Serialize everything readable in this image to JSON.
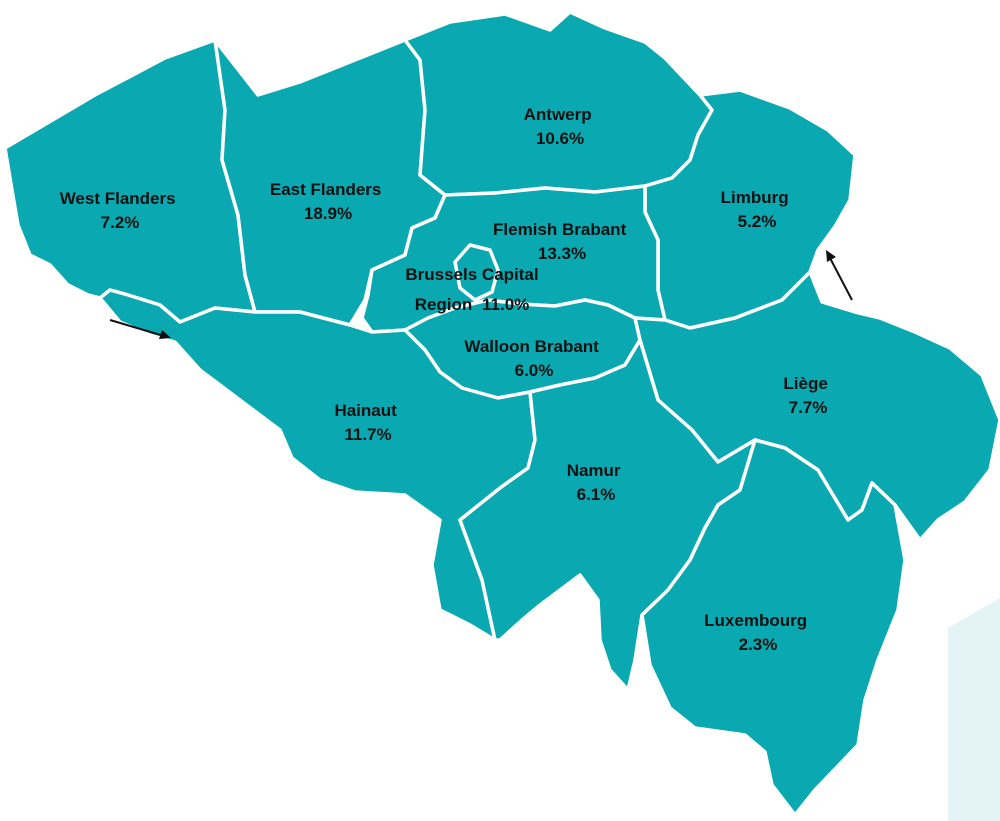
{
  "colors": {
    "province_fill": "#0aa8b0",
    "border": "#ffffff",
    "label_text": "#111111",
    "panel": "#e3f3f6"
  },
  "provinces": [
    {
      "id": "west-flanders",
      "name": "West Flanders",
      "value": "7.2%"
    },
    {
      "id": "east-flanders",
      "name": "East Flanders",
      "value": "18.9%"
    },
    {
      "id": "antwerp",
      "name": "Antwerp",
      "value": "10.6%"
    },
    {
      "id": "limburg",
      "name": "Limburg",
      "value": "5.2%"
    },
    {
      "id": "flemish-brabant",
      "name": "Flemish Brabant",
      "value": "13.3%"
    },
    {
      "id": "brussels",
      "name_line1": "Brussels Capital",
      "name_line2": "Region",
      "value": "11.0%"
    },
    {
      "id": "walloon-brabant",
      "name": "Walloon Brabant",
      "value": "6.0%"
    },
    {
      "id": "hainaut",
      "name": "Hainaut",
      "value": "11.7%"
    },
    {
      "id": "liege",
      "name": "Liège",
      "value": "7.7%"
    },
    {
      "id": "namur",
      "name": "Namur",
      "value": "6.1%"
    },
    {
      "id": "luxembourg",
      "name": "Luxembourg",
      "value": "2.3%"
    }
  ]
}
